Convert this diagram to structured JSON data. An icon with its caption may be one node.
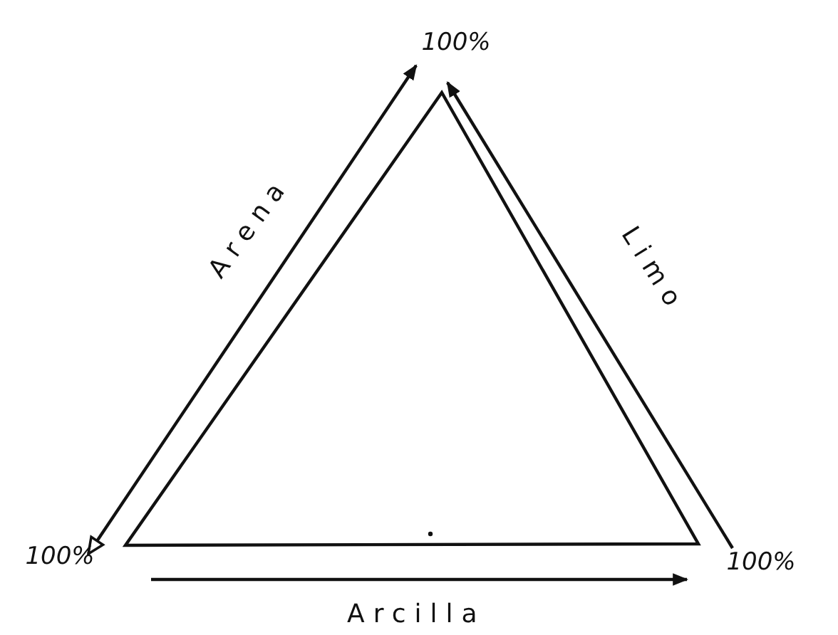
{
  "diagram": {
    "nodes": [
      {
        "text": [
          "100%"
        ]
      },
      {
        "text": [
          "100%"
        ]
      },
      {
        "text": [
          "100%"
        ]
      }
    ],
    "edges": [
      {
        "from": 0,
        "to": 1,
        "arrow": "both",
        "label": "Arena"
      },
      {
        "from": 2,
        "to": 0,
        "arrow": "to",
        "label": "Limo"
      },
      {
        "from": 1,
        "to": 2,
        "arrow": "to",
        "label": "Arcilla"
      }
    ]
  }
}
